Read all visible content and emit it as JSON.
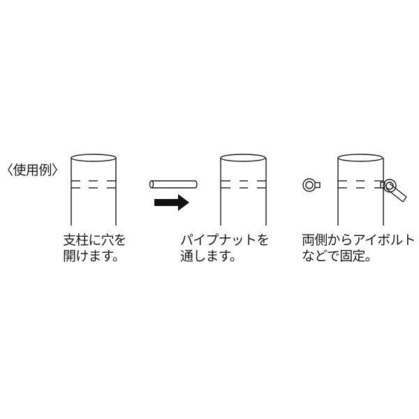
{
  "heading": "〈使用例〉",
  "steps": [
    {
      "line1": "支柱に穴を",
      "line2": "開けます。",
      "figure": "post-with-hole"
    },
    {
      "line1": "パイプナットを",
      "line2": "通します。",
      "figure": "pipe-nut-insertion"
    },
    {
      "line1": "両側からアイボルト",
      "line2": "などで固定。",
      "figure": "eye-bolt-fixing"
    }
  ],
  "icons": [
    "post-cylinder-icon",
    "pipe-nut-icon",
    "arrow-right-icon",
    "eye-bolt-icon"
  ],
  "colors": {
    "stroke": "#1a1a1a",
    "background": "#ffffff"
  }
}
